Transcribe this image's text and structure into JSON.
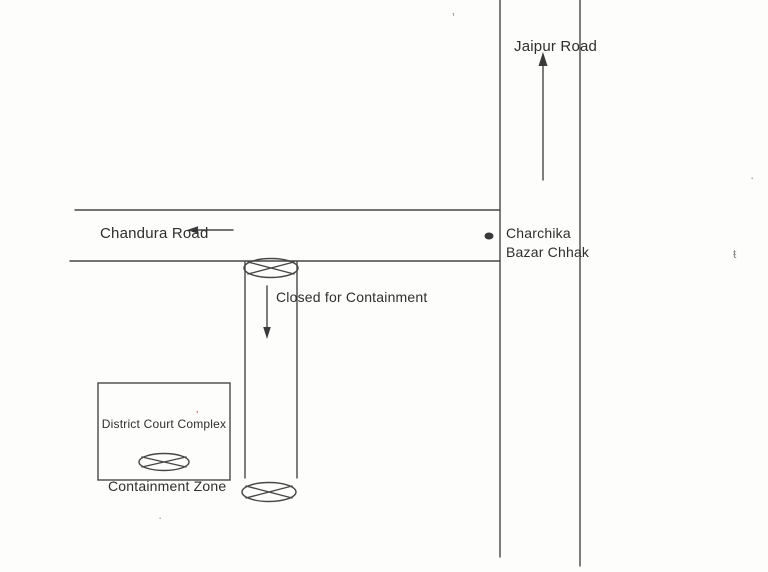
{
  "diagram": {
    "title": "Road containment sketch map",
    "labels": {
      "jaipur_road": "Jaipur Road",
      "chandura_road": "Chandura Road",
      "charchika_line1": "Charchika",
      "charchika_line2": "Bazar Chhak",
      "closed": "Closed for Containment",
      "district_court": "District Court Complex",
      "containment_zone": "Containment Zone"
    },
    "symbols": {
      "road_closed_marker": "crossed-ellipse",
      "junction_marker": "filled-dot",
      "arrow_up": "jaipur-road-direction",
      "arrow_left": "chandura-road-direction",
      "arrow_down": "closed-road-direction"
    },
    "colors": {
      "line": "#474747",
      "text": "#2e2e2e",
      "background": "#fdfdfc",
      "artifact_red": "#b03a2e"
    },
    "artifacts": {
      "apostrophe_top": "’",
      "dot_right_upper": "·",
      "mark_right_lower": "ŧ",
      "dot_bottom_left": "·",
      "red_tick": "’"
    }
  }
}
